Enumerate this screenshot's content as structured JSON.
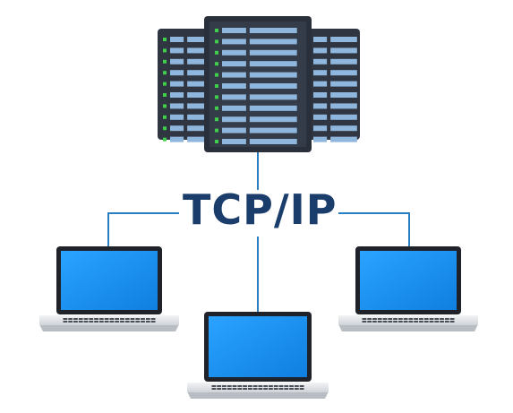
{
  "diagram": {
    "center_label": "TCP/IP",
    "nodes": [
      "server-rack-left",
      "server-rack-center",
      "server-rack-right",
      "laptop-left",
      "laptop-center",
      "laptop-right"
    ],
    "colors": {
      "server_body": "#2f3642",
      "server_slot": "#8fb6dc",
      "server_led": "#3fcf4a",
      "connector": "#2b7fc0",
      "label": "#1b3d6b",
      "screen": "#1a93f0",
      "laptop_frame": "#1f2329",
      "laptop_base": "#e3e5e8"
    }
  }
}
